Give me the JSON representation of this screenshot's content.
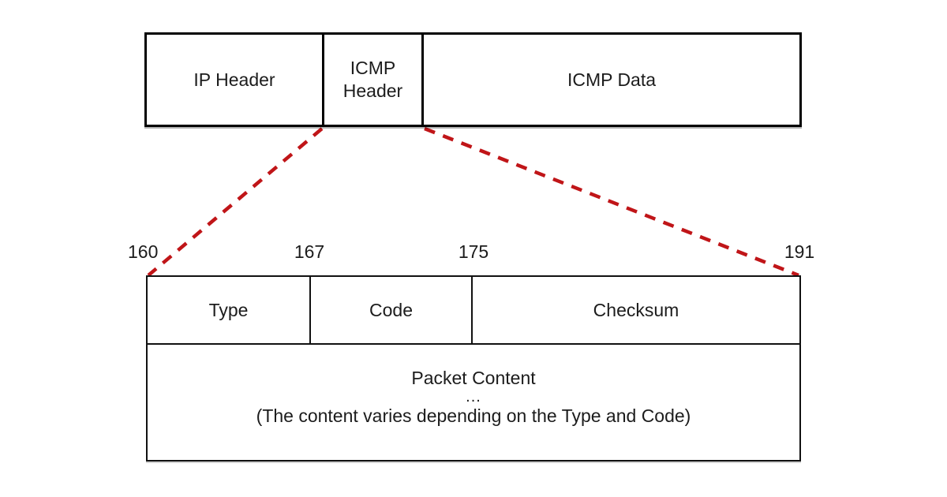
{
  "colors": {
    "background": "#ffffff",
    "box_border": "#000000",
    "text": "#1c1c1c",
    "dashed_line": "#c01518"
  },
  "packet_overview": {
    "segments": [
      {
        "label": "IP Header"
      },
      {
        "label": "ICMP Header"
      },
      {
        "label": "ICMP Data"
      }
    ]
  },
  "bit_offsets": [
    "160",
    "167",
    "175",
    "191"
  ],
  "icmp_header_detail": {
    "fields": [
      {
        "label": "Type"
      },
      {
        "label": "Code"
      },
      {
        "label": "Checksum"
      }
    ],
    "content_row": {
      "line1": "Packet Content",
      "line2": "...",
      "line3": "(The content varies depending on the Type and Code)"
    }
  }
}
